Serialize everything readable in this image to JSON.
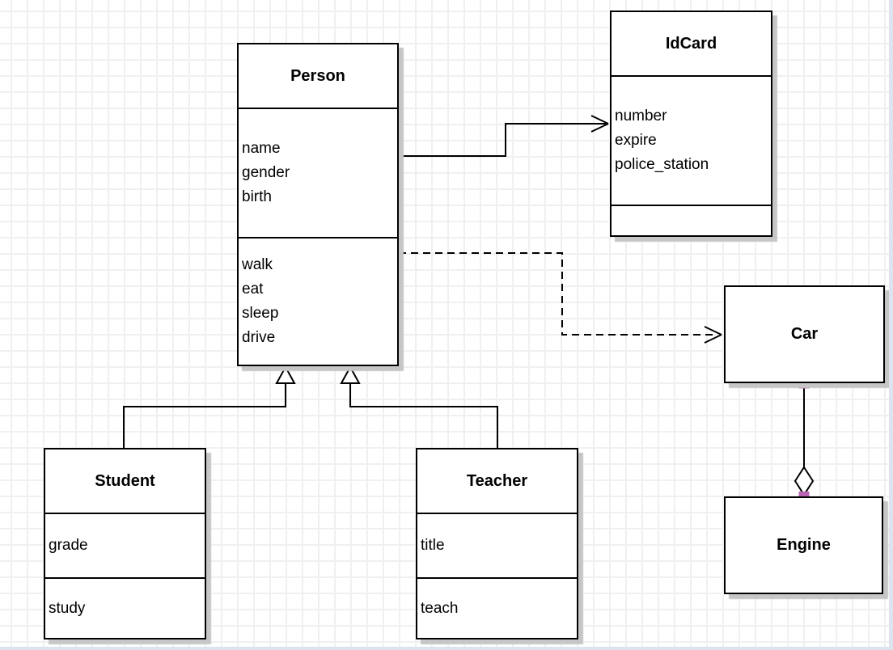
{
  "diagram": {
    "kind": "uml-class-diagram",
    "colors": {
      "stroke": "#000000",
      "fill": "#ffffff",
      "grid": "#f0f0f3",
      "shadow": "#c6c6c6",
      "selection_handle": "#ba64b4",
      "canvas_edge": "#dde3ef"
    }
  },
  "classes": {
    "person": {
      "title": "Person",
      "attributes": [
        "name",
        "gender",
        "birth"
      ],
      "methods": [
        "walk",
        "eat",
        "sleep",
        "drive"
      ]
    },
    "idcard": {
      "title": "IdCard",
      "attributes": [
        "number",
        "expire",
        "police_station"
      ],
      "methods": []
    },
    "car": {
      "title": "Car",
      "attributes": [],
      "methods": []
    },
    "engine": {
      "title": "Engine",
      "attributes": [],
      "methods": []
    },
    "student": {
      "title": "Student",
      "attributes": [
        "grade"
      ],
      "methods": [
        "study"
      ]
    },
    "teacher": {
      "title": "Teacher",
      "attributes": [
        "title"
      ],
      "methods": [
        "teach"
      ]
    }
  },
  "relationships": [
    {
      "from": "Person",
      "to": "IdCard",
      "type": "association",
      "line": "solid",
      "arrowhead": "open-arrow"
    },
    {
      "from": "Person",
      "to": "Car",
      "type": "dependency",
      "line": "dashed",
      "arrowhead": "open-arrow"
    },
    {
      "from": "Student",
      "to": "Person",
      "type": "generalization",
      "line": "solid",
      "arrowhead": "hollow-triangle"
    },
    {
      "from": "Teacher",
      "to": "Person",
      "type": "generalization",
      "line": "solid",
      "arrowhead": "hollow-triangle"
    },
    {
      "from": "Car",
      "to": "Engine",
      "type": "aggregation",
      "line": "solid",
      "arrowhead": "hollow-diamond",
      "selected": true
    }
  ]
}
